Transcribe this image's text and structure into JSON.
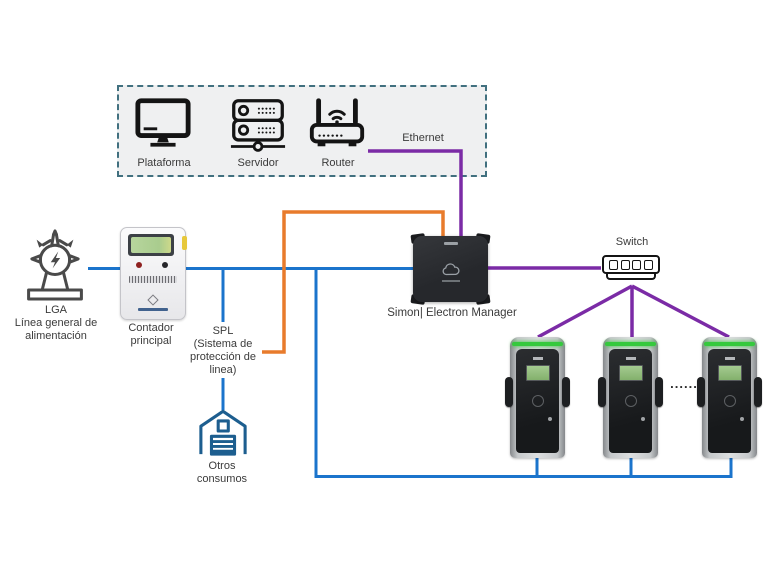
{
  "colors": {
    "blue": "#1b74cc",
    "orange": "#e87b2c",
    "purple": "#7b2ba6",
    "box_border": "#41707f",
    "box_bg": "#eff0f1",
    "charger_led": "#35c93d"
  },
  "network_box": {
    "platform_label": "Plataforma",
    "server_label": "Servidor",
    "router_label": "Router"
  },
  "labels": {
    "ethernet": "Ethernet",
    "lga_title": "LGA",
    "lga_line1": "Línea general de",
    "lga_line2": "alimentación",
    "meter_line1": "Contador",
    "meter_line2": "principal",
    "spl_line1": "SPL",
    "spl_line2": "(Sistema de",
    "spl_line3": "protección de",
    "spl_line4": "linea)",
    "others_line1": "Otros",
    "others_line2": "consumos",
    "manager": "Simon| Electron Manager",
    "switch": "Switch",
    "chargers_ellipsis": "......"
  }
}
